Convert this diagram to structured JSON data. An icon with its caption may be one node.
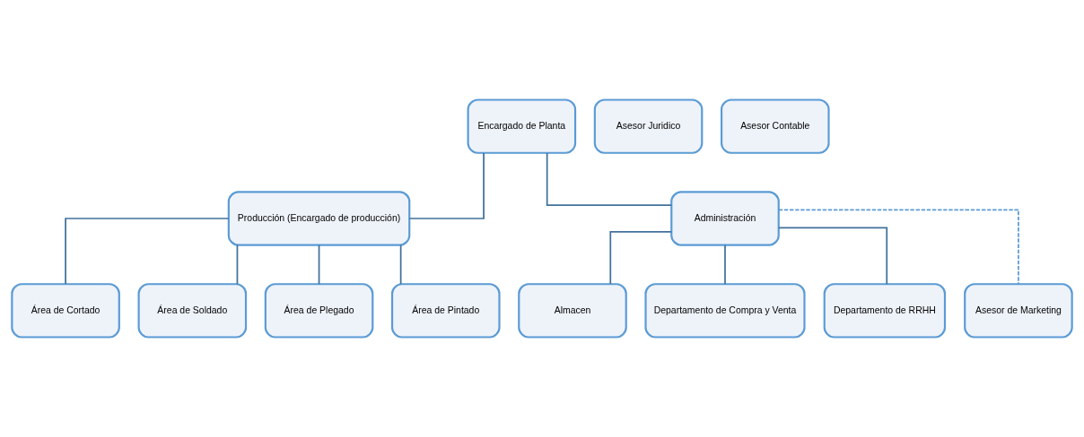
{
  "diagram": {
    "nodes": [
      {
        "text": [
          "Encargado de Planta"
        ]
      },
      {
        "text": [
          "Asesor Juridico"
        ]
      },
      {
        "text": [
          "Asesor Contable"
        ]
      },
      {
        "text": [
          "Producción (Encargado de producción)"
        ]
      },
      {
        "text": [
          "Administración"
        ]
      },
      {
        "text": [
          "Área de Cortado"
        ]
      },
      {
        "text": [
          "Área de Soldado"
        ]
      },
      {
        "text": [
          "Área de Plegado"
        ]
      },
      {
        "text": [
          "Área de Pintado"
        ]
      },
      {
        "text": [
          "Almacen"
        ]
      },
      {
        "text": [
          "Departamento de Compra y Venta"
        ]
      },
      {
        "text": [
          "Departamento de RRHH"
        ]
      },
      {
        "text": [
          "Asesor de Marketing"
        ]
      }
    ],
    "edges": [
      {
        "from": 0,
        "to": 3,
        "arrow": "none"
      },
      {
        "from": 0,
        "to": 4,
        "arrow": "none"
      },
      {
        "from": 3,
        "to": 5,
        "arrow": "none"
      },
      {
        "from": 3,
        "to": 6,
        "arrow": "none"
      },
      {
        "from": 3,
        "to": 7,
        "arrow": "none"
      },
      {
        "from": 3,
        "to": 8,
        "arrow": "none"
      },
      {
        "from": 4,
        "to": 9,
        "arrow": "none"
      },
      {
        "from": 4,
        "to": 10,
        "arrow": "none"
      },
      {
        "from": 4,
        "to": 11,
        "arrow": "none"
      },
      {
        "from": 4,
        "to": 12,
        "arrow": "none",
        "style": "dashed",
        "color": "#5b9bd5"
      }
    ]
  }
}
